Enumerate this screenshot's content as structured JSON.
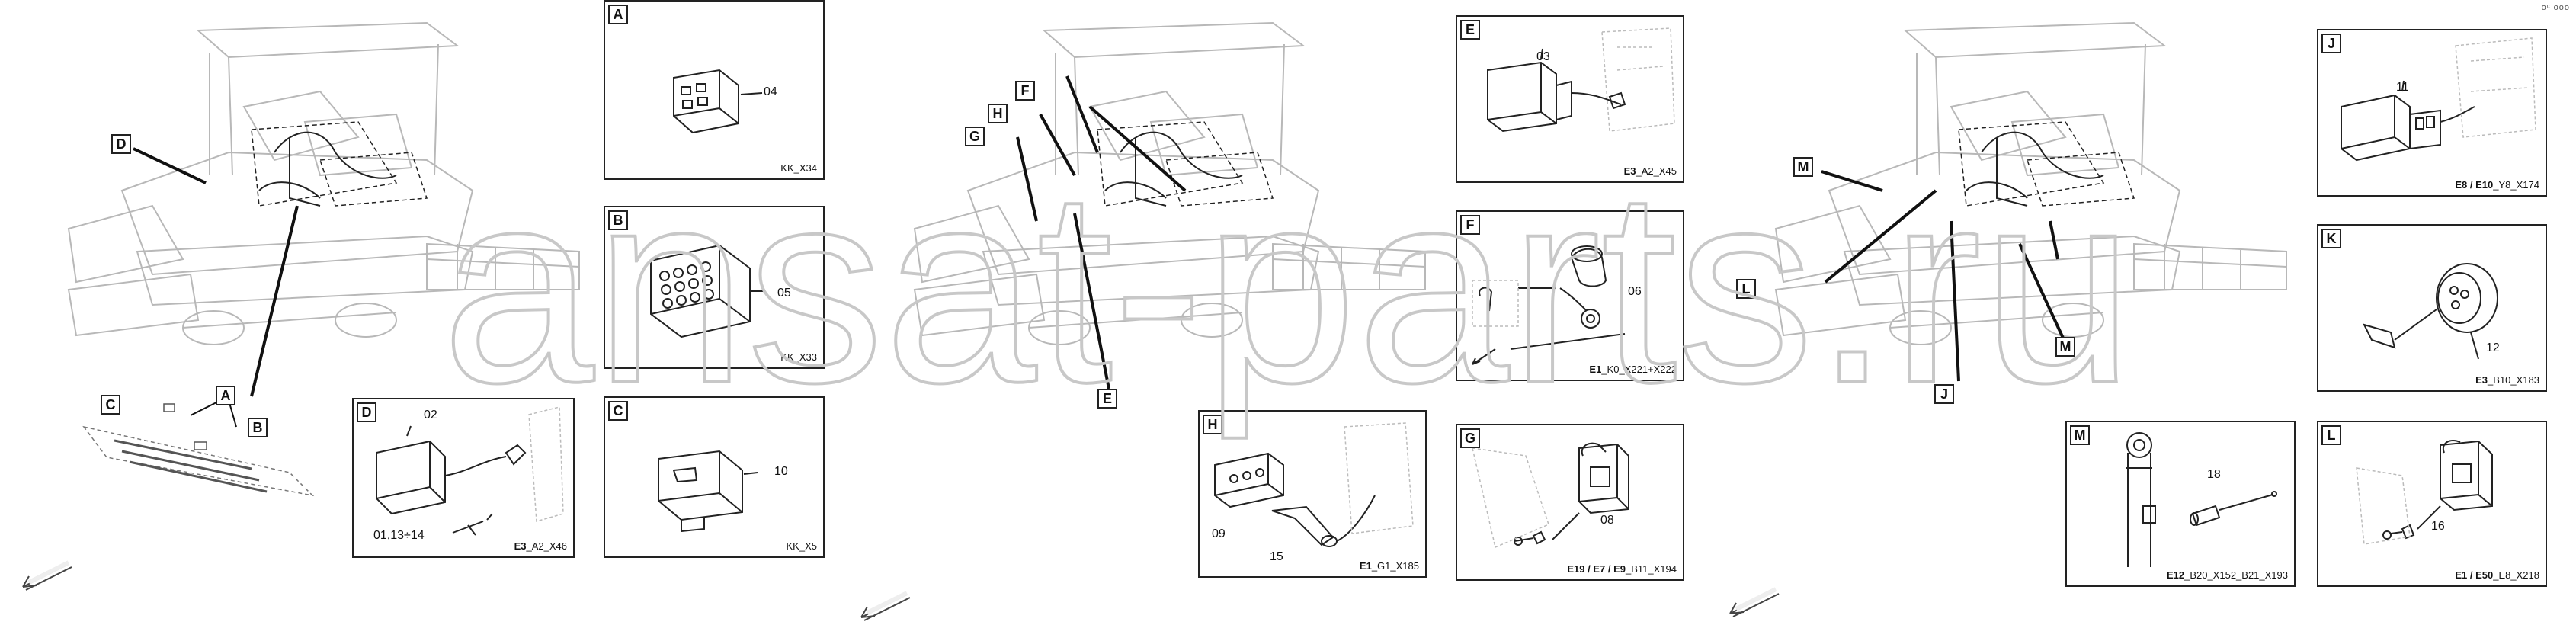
{
  "watermark": {
    "text": "ansat-parts.ru",
    "color": "#c8c8c8"
  },
  "corner_mark": "oᶜ ooo",
  "callouts": {
    "D": "D",
    "A": "A",
    "B": "B",
    "C": "C",
    "F": "F",
    "H": "H",
    "G": "G",
    "E": "E",
    "M": "M",
    "L": "L",
    "J": "J",
    "M2": "M"
  },
  "detail_boxes": [
    {
      "id": "A",
      "tag": "A",
      "parts": [
        "04"
      ],
      "code_bold": "",
      "code_rest": "KK_X34"
    },
    {
      "id": "B",
      "tag": "B",
      "parts": [
        "05"
      ],
      "code_bold": "",
      "code_rest": "KK_X33"
    },
    {
      "id": "C",
      "tag": "C",
      "parts": [
        "10"
      ],
      "code_bold": "",
      "code_rest": "KK_X5"
    },
    {
      "id": "D",
      "tag": "D",
      "parts": [
        "02",
        "01,13÷14"
      ],
      "code_bold": "E3",
      "code_rest": "_A2_X46"
    },
    {
      "id": "E",
      "tag": "E",
      "parts": [
        "03"
      ],
      "code_bold": "E3",
      "code_rest": "_A2_X45"
    },
    {
      "id": "F",
      "tag": "F",
      "parts": [
        "06"
      ],
      "code_bold": "E1",
      "code_rest": "_K0_X221+X222"
    },
    {
      "id": "G",
      "tag": "G",
      "parts": [
        "08"
      ],
      "code_bold": "E19 / E7 / E9",
      "code_rest": "_B11_X194"
    },
    {
      "id": "H",
      "tag": "H",
      "parts": [
        "09",
        "15"
      ],
      "code_bold": "E1",
      "code_rest": "_G1_X185"
    },
    {
      "id": "J",
      "tag": "J",
      "parts": [
        "11"
      ],
      "code_bold": "E8 / E10",
      "code_rest": "_Y8_X174"
    },
    {
      "id": "K",
      "tag": "K",
      "parts": [
        "12"
      ],
      "code_bold": "E3",
      "code_rest": "_B10_X183"
    },
    {
      "id": "L",
      "tag": "L",
      "parts": [
        "16"
      ],
      "code_bold": "E1 / E50",
      "code_rest": "_E8_X218"
    },
    {
      "id": "M",
      "tag": "M",
      "parts": [
        "18"
      ],
      "code_bold": "E12",
      "code_rest": "_B20_X152_B21_X193"
    }
  ]
}
